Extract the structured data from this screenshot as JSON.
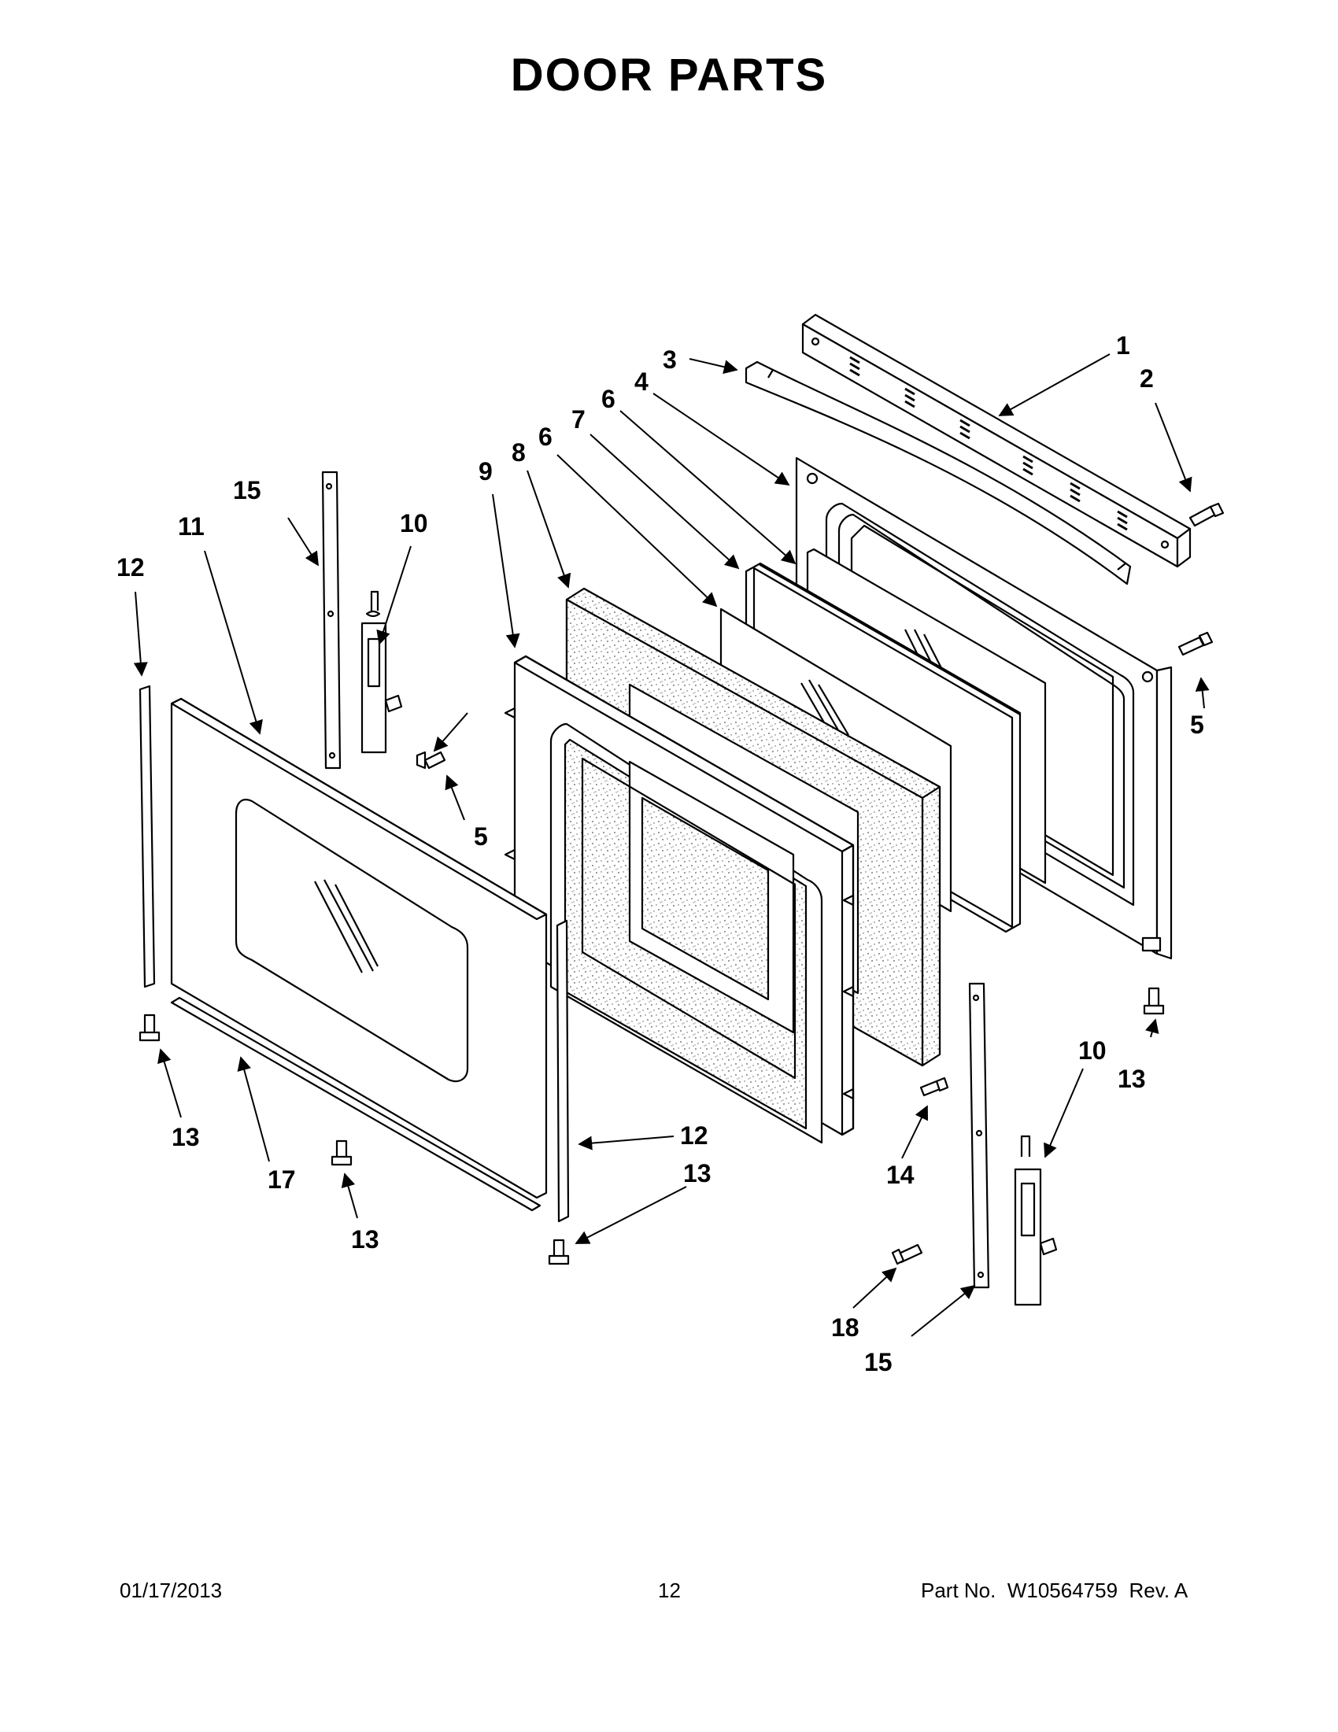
{
  "title": "DOOR PARTS",
  "callouts": {
    "c1": "1",
    "c2": "2",
    "c3": "3",
    "c4": "4",
    "c5a": "5",
    "c5b": "5",
    "c6a": "6",
    "c6b": "6",
    "c7": "7",
    "c8": "8",
    "c9": "9",
    "c10a": "10",
    "c10b": "10",
    "c11": "11",
    "c12a": "12",
    "c12b": "12",
    "c13a": "13",
    "c13b": "13",
    "c13c": "13",
    "c13d": "13",
    "c14": "14",
    "c15a": "15",
    "c15b": "15",
    "c17": "17",
    "c18": "18"
  },
  "footer": {
    "date": "01/17/2013",
    "page": "12",
    "part_label": "Part No.",
    "part_number": "W10564759",
    "rev": "Rev. A"
  }
}
